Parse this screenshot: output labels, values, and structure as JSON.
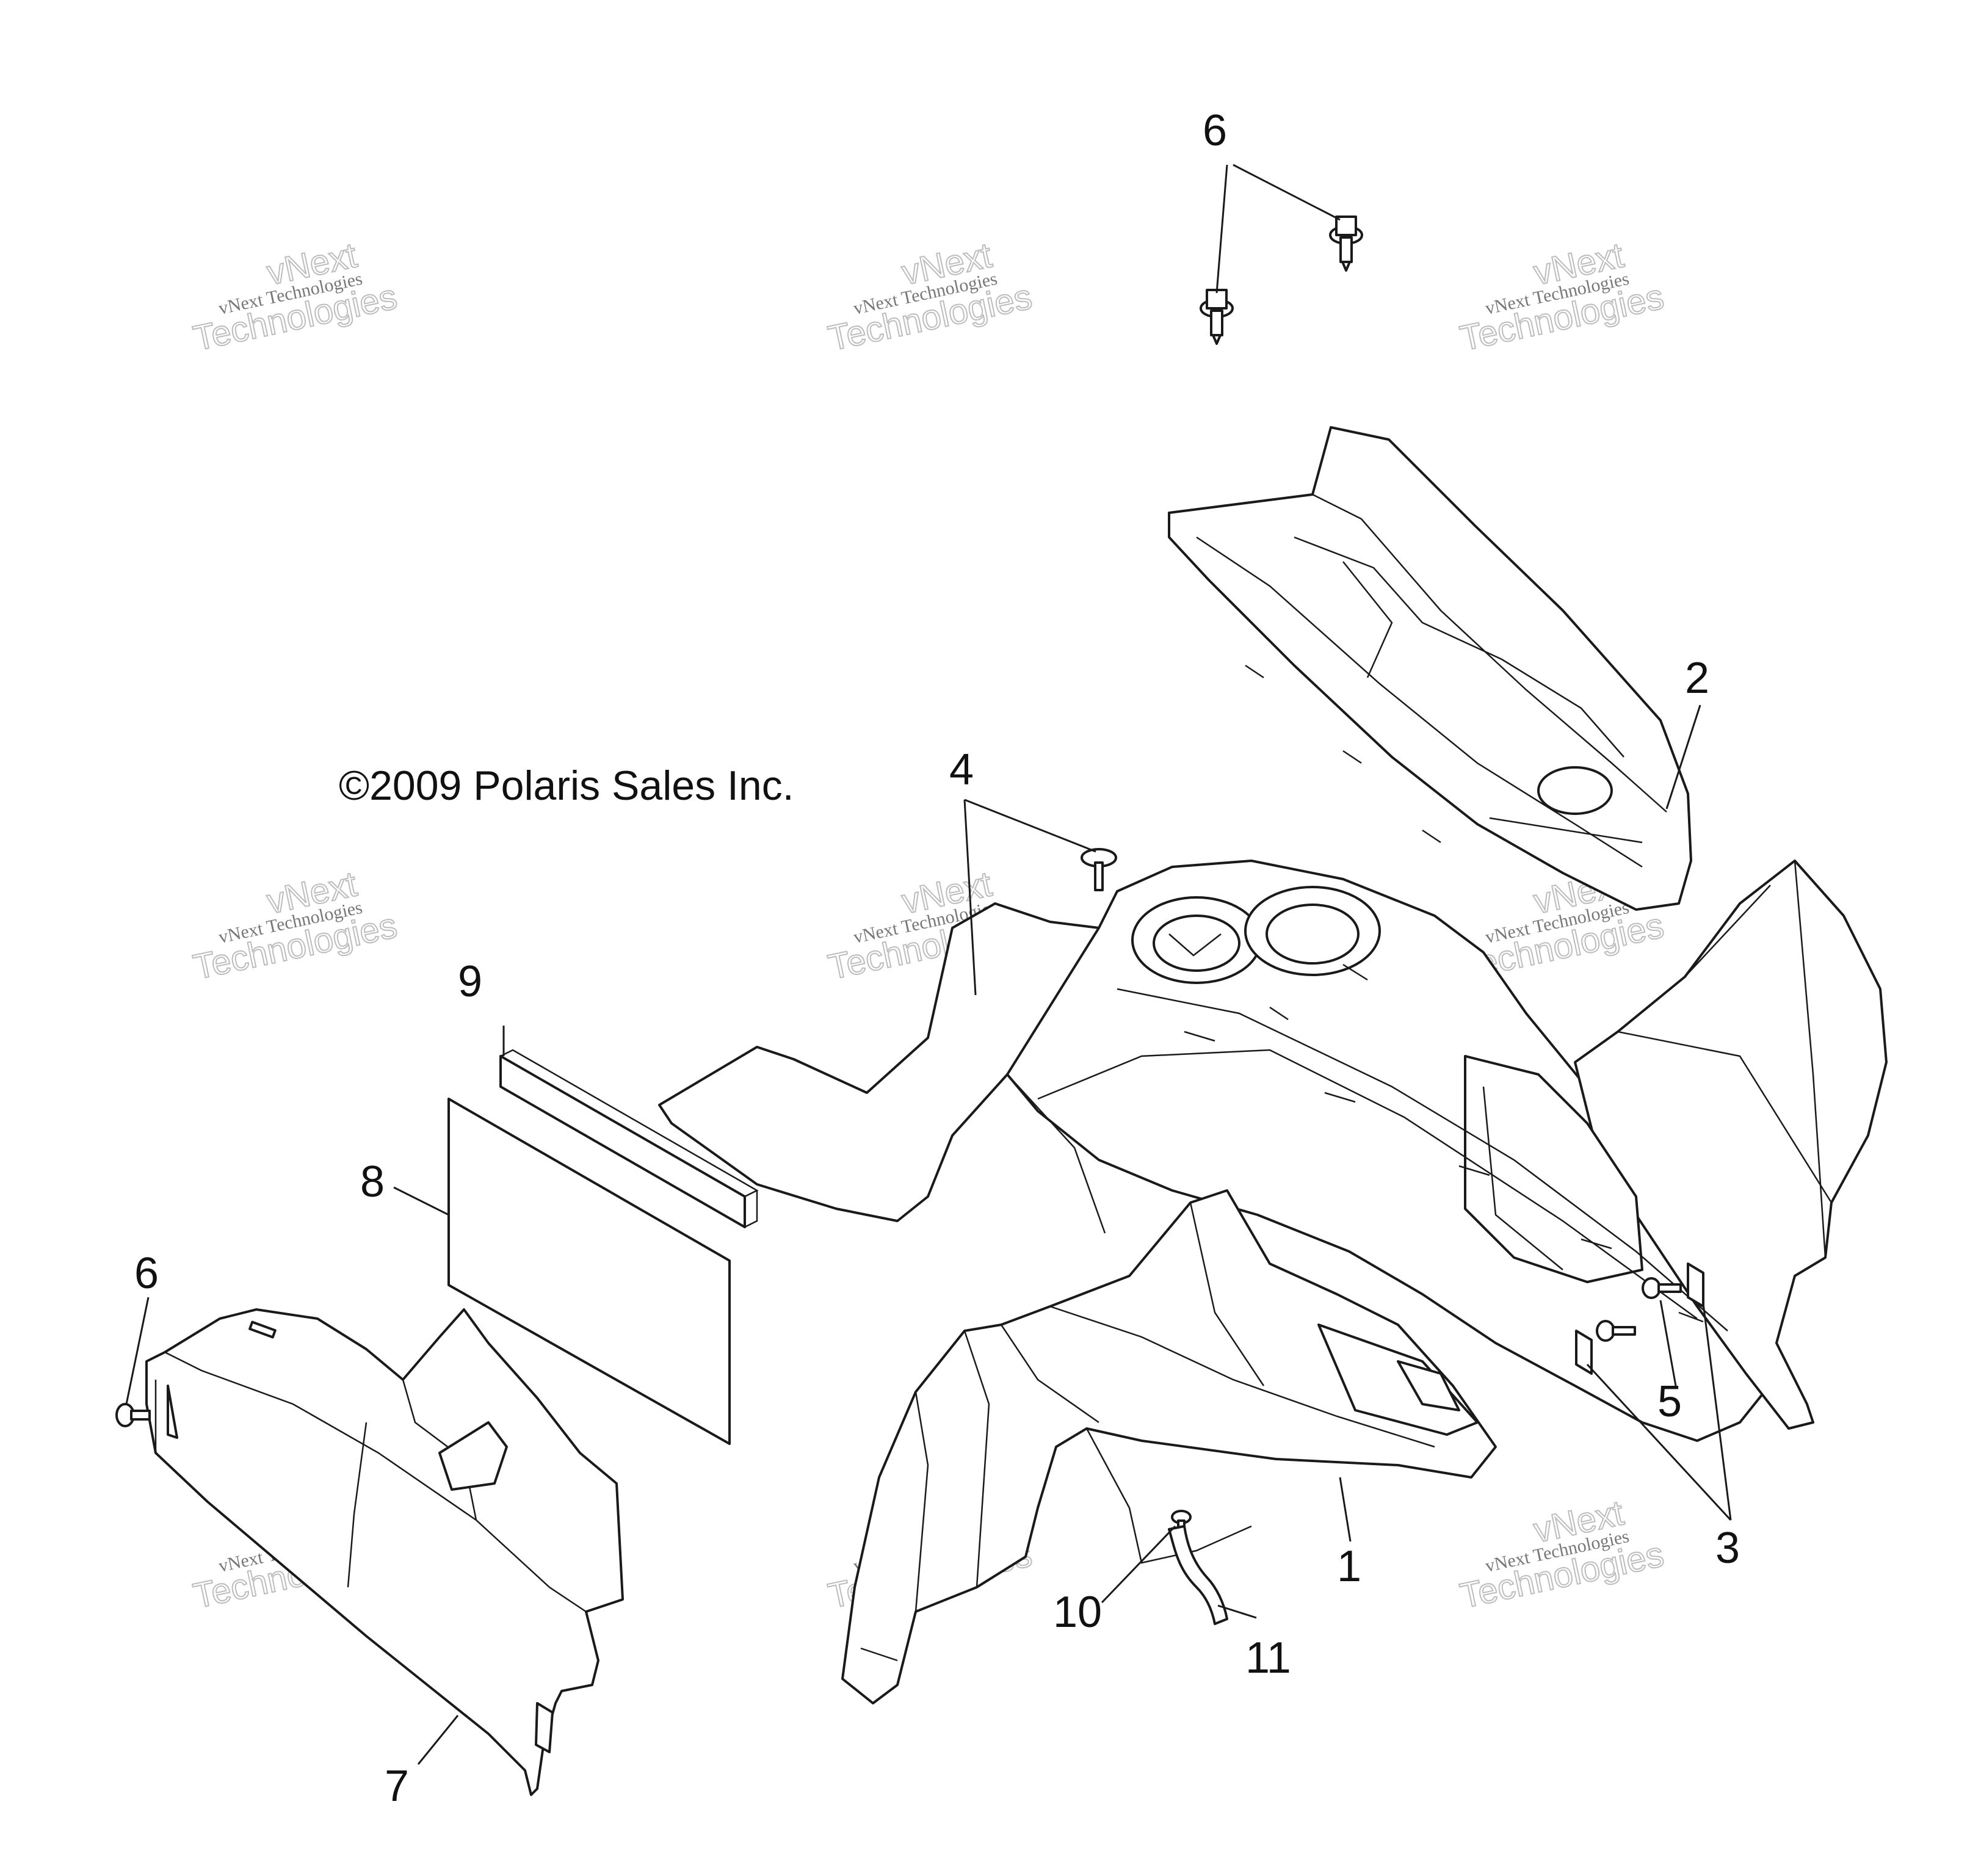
{
  "copyright": "©2009 Polaris Sales Inc.",
  "watermark": {
    "line_small": "vNext Technologies",
    "line_big_1": "vNext",
    "line_big_2": "Technologies"
  },
  "callouts": {
    "c1": "1",
    "c2": "2",
    "c3": "3",
    "c4": "4",
    "c5": "5",
    "c6_top": "6",
    "c6_left": "6",
    "c7": "7",
    "c8": "8",
    "c9": "9",
    "c10": "10",
    "c11": "11"
  }
}
